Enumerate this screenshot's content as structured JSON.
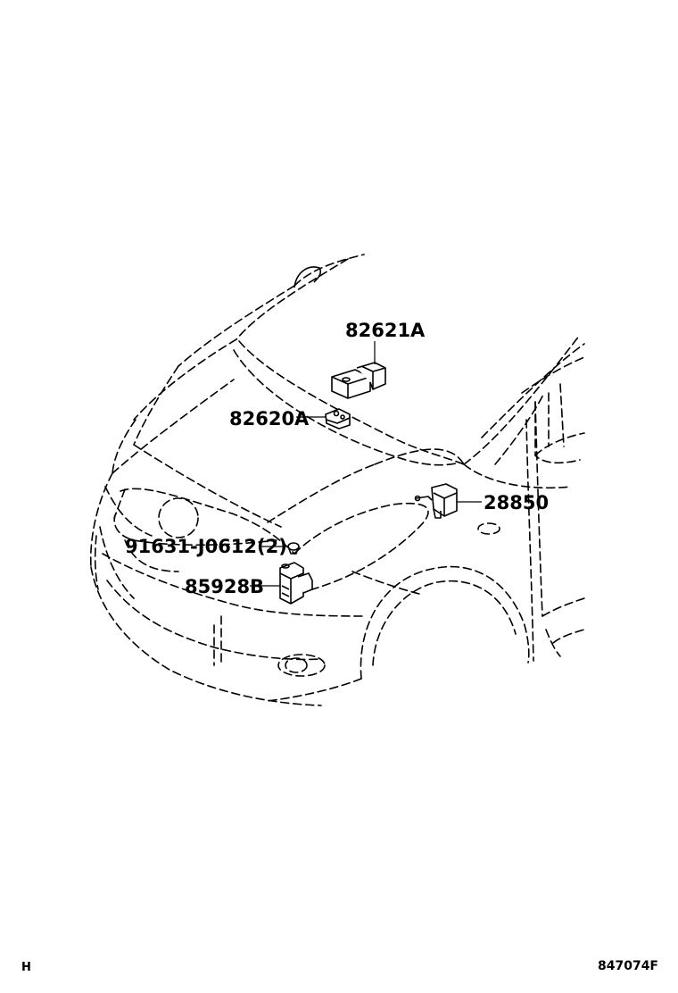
{
  "callouts": {
    "part_82621A": "82621A",
    "part_82620A": "82620A",
    "part_28850": "28850",
    "part_91631": "91631-J0612(2)",
    "part_85928B": "85928B"
  },
  "footer": {
    "left_code": "H",
    "drawing_number": "847074F"
  }
}
